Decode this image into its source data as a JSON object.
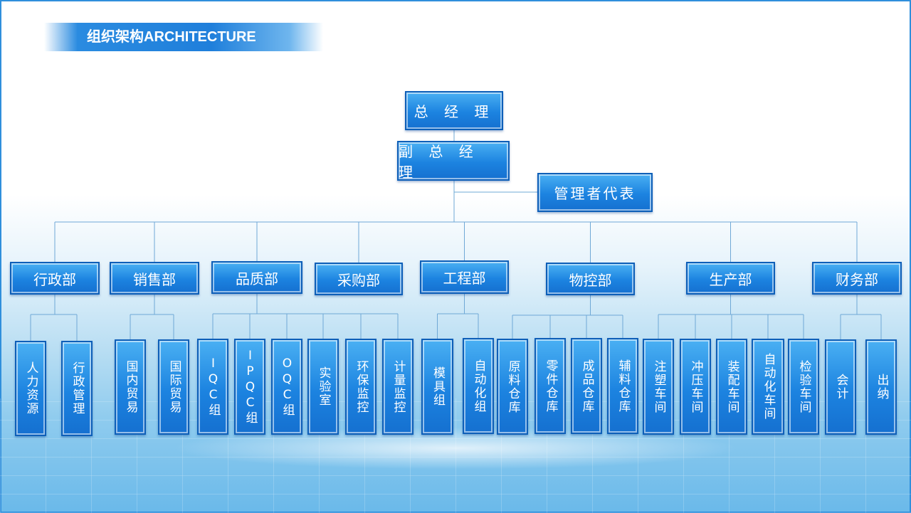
{
  "title": "组织架构ARCHITECTURE",
  "colors": {
    "accent": "#1c83e0",
    "line": "#6fa8d6",
    "title_bar": "#1f7fdb"
  },
  "gm": "总 经 理",
  "deputy_gm": "副 总 经 理",
  "mgmt_rep": "管理者代表",
  "departments": [
    {
      "id": "admin",
      "label": "行政部",
      "children": [
        "人力资源",
        "行政管理"
      ]
    },
    {
      "id": "sales",
      "label": "销售部",
      "children": [
        "国内贸易",
        "国际贸易"
      ]
    },
    {
      "id": "quality",
      "label": "品质部",
      "children": [
        "IQC组",
        "IPQC组",
        "OQC组",
        "实验室",
        "环保监控",
        "计量监控"
      ]
    },
    {
      "id": "purchasing",
      "label": "采购部",
      "children": []
    },
    {
      "id": "engineering",
      "label": "工程部",
      "children": [
        "模具组",
        "自动化组"
      ]
    },
    {
      "id": "materials",
      "label": "物控部",
      "children": [
        "原料仓库",
        "零件仓库",
        "成品仓库",
        "辅料仓库"
      ]
    },
    {
      "id": "production",
      "label": "生产部",
      "children": [
        "注塑车间",
        "冲压车间",
        "装配车间",
        "自动化车间",
        "检验车间"
      ]
    },
    {
      "id": "finance",
      "label": "财务部",
      "children": [
        "会计",
        "出纳"
      ]
    }
  ]
}
